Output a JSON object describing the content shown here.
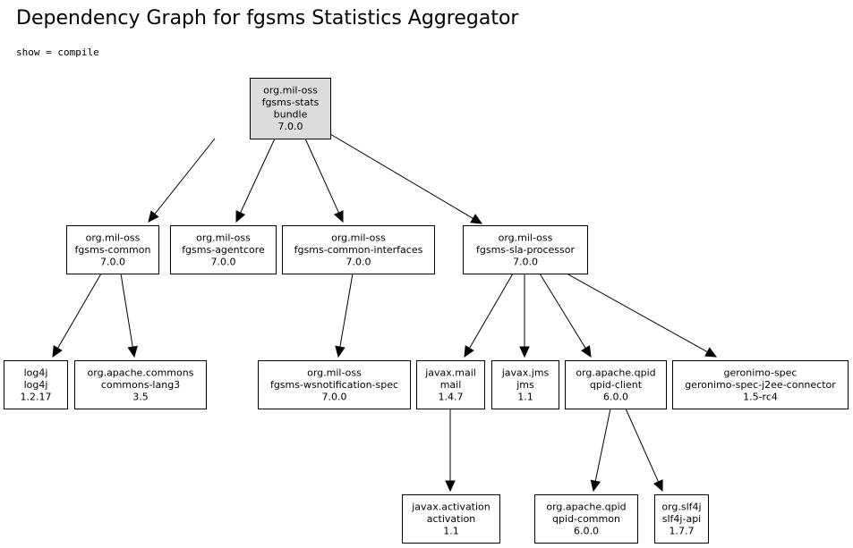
{
  "title": "Dependency Graph for fgsms Statistics Aggregator",
  "show_label": "show = compile",
  "nodes": [
    {
      "id": "stats-bundle",
      "lines": [
        "org.mil-oss",
        "fgsms-stats",
        "bundle",
        "7.0.0"
      ],
      "root": true
    },
    {
      "id": "common",
      "lines": [
        "org.mil-oss",
        "fgsms-common",
        "7.0.0"
      ]
    },
    {
      "id": "agentcore",
      "lines": [
        "org.mil-oss",
        "fgsms-agentcore",
        "7.0.0"
      ]
    },
    {
      "id": "common-interfaces",
      "lines": [
        "org.mil-oss",
        "fgsms-common-interfaces",
        "7.0.0"
      ]
    },
    {
      "id": "sla-processor",
      "lines": [
        "org.mil-oss",
        "fgsms-sla-processor",
        "7.0.0"
      ]
    },
    {
      "id": "log4j",
      "lines": [
        "log4j",
        "log4j",
        "1.2.17"
      ]
    },
    {
      "id": "commons-lang3",
      "lines": [
        "org.apache.commons",
        "commons-lang3",
        "3.5"
      ]
    },
    {
      "id": "wsnotification",
      "lines": [
        "org.mil-oss",
        "fgsms-wsnotification-spec",
        "7.0.0"
      ]
    },
    {
      "id": "mail",
      "lines": [
        "javax.mail",
        "mail",
        "1.4.7"
      ]
    },
    {
      "id": "jms",
      "lines": [
        "javax.jms",
        "jms",
        "1.1"
      ]
    },
    {
      "id": "qpid-client",
      "lines": [
        "org.apache.qpid",
        "qpid-client",
        "6.0.0"
      ]
    },
    {
      "id": "j2ee-connector",
      "lines": [
        "geronimo-spec",
        "geronimo-spec-j2ee-connector",
        "1.5-rc4"
      ]
    },
    {
      "id": "activation",
      "lines": [
        "javax.activation",
        "activation",
        "1.1"
      ]
    },
    {
      "id": "qpid-common",
      "lines": [
        "org.apache.qpid",
        "qpid-common",
        "6.0.0"
      ]
    },
    {
      "id": "slf4j-api",
      "lines": [
        "org.slf4j",
        "slf4j-api",
        "1.7.7"
      ]
    }
  ],
  "edges": [
    [
      "stats-bundle",
      "common"
    ],
    [
      "stats-bundle",
      "agentcore"
    ],
    [
      "stats-bundle",
      "common-interfaces"
    ],
    [
      "stats-bundle",
      "sla-processor"
    ],
    [
      "common",
      "log4j"
    ],
    [
      "common",
      "commons-lang3"
    ],
    [
      "common-interfaces",
      "wsnotification"
    ],
    [
      "sla-processor",
      "mail"
    ],
    [
      "sla-processor",
      "jms"
    ],
    [
      "sla-processor",
      "qpid-client"
    ],
    [
      "sla-processor",
      "j2ee-connector"
    ],
    [
      "mail",
      "activation"
    ],
    [
      "qpid-client",
      "qpid-common"
    ],
    [
      "qpid-client",
      "slf4j-api"
    ]
  ]
}
